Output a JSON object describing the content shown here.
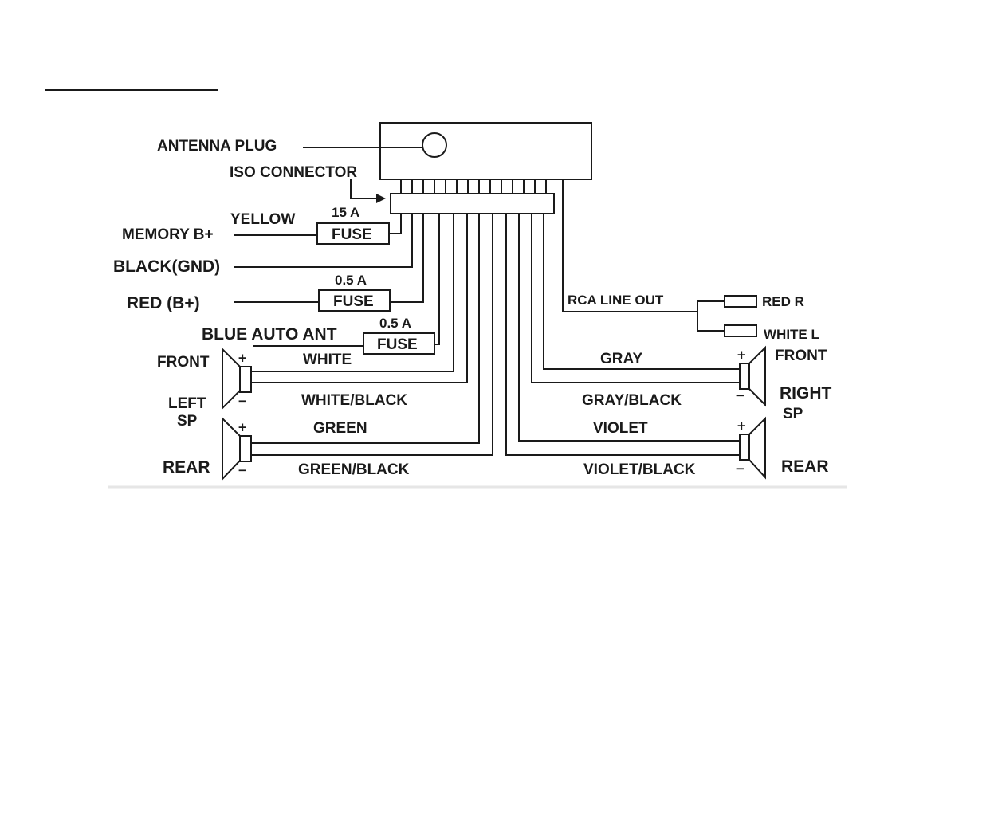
{
  "colors": {
    "ink": "#1a1a1a",
    "background": "#ffffff",
    "baseline": "#e6e6e6"
  },
  "labels": {
    "antenna_plug": "ANTENNA PLUG",
    "iso_connector": "ISO CONNECTOR",
    "memory_b": "MEMORY B+",
    "yellow": "YELLOW",
    "fuse_15a_rating": "15  A",
    "black_gnd": "BLACK(GND)",
    "red_b": "RED (B+)",
    "fuse_05a_rating": "0.5  A",
    "blue_auto_ant": "BLUE  AUTO ANT",
    "fuse_auto_ant_rating": "0.5  A",
    "fuse_text": "FUSE",
    "front_left": "FRONT",
    "left_sp_1": "LEFT",
    "left_sp_2": "SP",
    "rear_left": "REAR",
    "white": "WHITE",
    "white_black": "WHITE/BLACK",
    "green": "GREEN",
    "green_black": "GREEN/BLACK",
    "rca_line_out": "RCA LINE OUT",
    "red_r": "RED R",
    "white_l": "WHITE  L",
    "gray": "GRAY",
    "gray_black": "GRAY/BLACK",
    "violet": "VIOLET",
    "violet_black": "VIOLET/BLACK",
    "front_right": "FRONT",
    "right_sp_1": "RIGHT",
    "right_sp_2": "SP",
    "rear_right": "REAR",
    "plus": "+",
    "minus": "−"
  }
}
